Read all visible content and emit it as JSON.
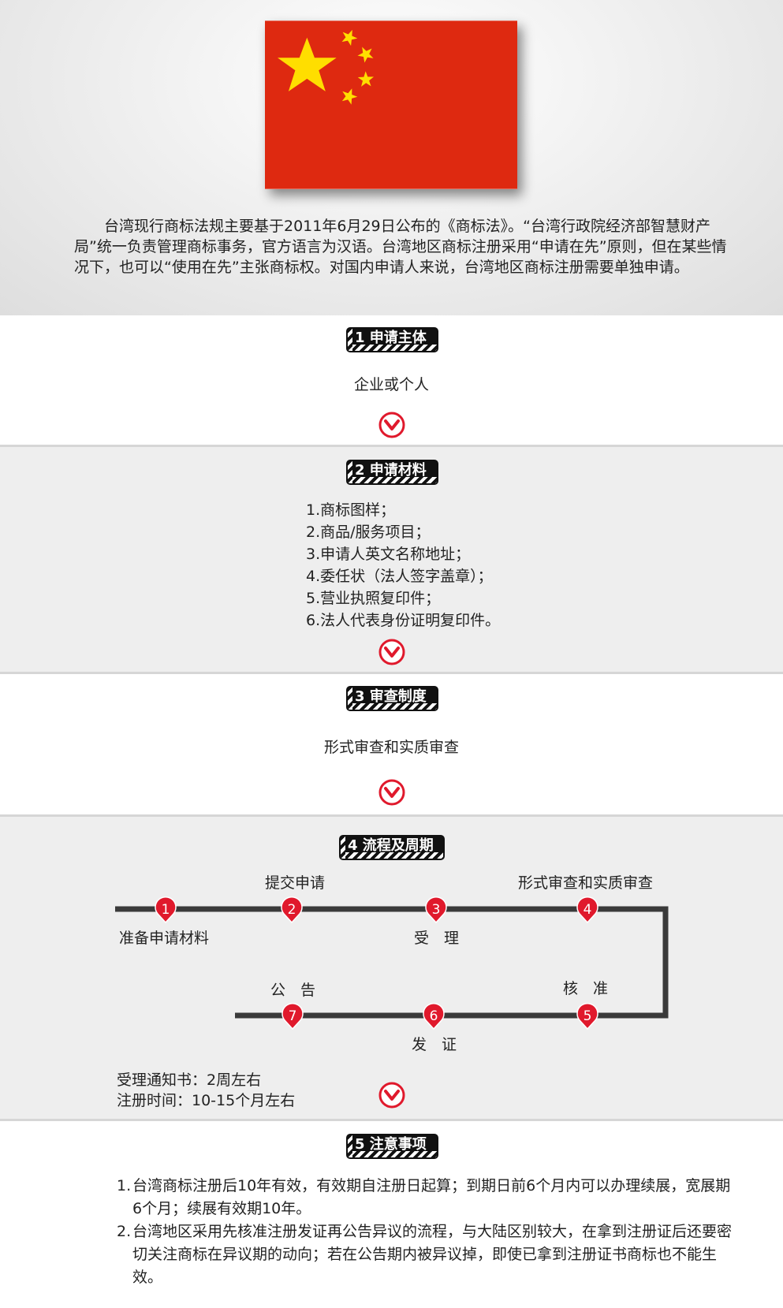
{
  "intro": "台湾现行商标法规主要基于2011年6月29日公布的《商标法》。“台湾行政院经济部智慧财产局”统一负责管理商标事务，官方语言为汉语。台湾地区商标注册采用“申请在先”原则，但在某些情况下，也可以“使用在先”主张商标权。对国内申请人来说，台湾地区商标注册需要单独申请。",
  "colors": {
    "flag_red": "#de2910",
    "flag_star": "#ffde00",
    "accent_red": "#e0192c"
  },
  "sections": [
    {
      "badge": "1 申请主体",
      "content": "企业或个人"
    },
    {
      "badge": "2 申请材料",
      "items": [
        "1.商标图样；",
        "2.商品/服务项目；",
        "3.申请人英文名称地址；",
        "4.委任状（法人签字盖章）；",
        "5.营业执照复印件；",
        "6.法人代表身份证明复印件。"
      ]
    },
    {
      "badge": "3 审查制度",
      "content": "形式审查和实质审查"
    },
    {
      "badge": "4 流程及周期"
    },
    {
      "badge": "5 注意事项"
    }
  ],
  "process": {
    "steps": [
      {
        "num": "1",
        "label": "准备申请材料"
      },
      {
        "num": "2",
        "label": "提交申请"
      },
      {
        "num": "3",
        "label": "受　理"
      },
      {
        "num": "4",
        "label": "形式审查和实质审查"
      },
      {
        "num": "5",
        "label": "核　准"
      },
      {
        "num": "6",
        "label": "发　证"
      },
      {
        "num": "7",
        "label": "公　告"
      }
    ],
    "notes": [
      "受理通知书：2周左右",
      "注册时间：10-15个月左右"
    ]
  },
  "notices": [
    {
      "num": "1.",
      "text": "台湾商标注册后10年有效，有效期自注册日起算；到期日前6个月内可以办理续展，宽展期6个月；续展有效期10年。"
    },
    {
      "num": "2.",
      "text": "台湾地区采用先核准注册发证再公告异议的流程，与大陆区别较大，在拿到注册证后还要密切关注商标在异议期的动向；若在公告期内被异议掉，即使已拿到注册证书商标也不能生效。"
    }
  ]
}
